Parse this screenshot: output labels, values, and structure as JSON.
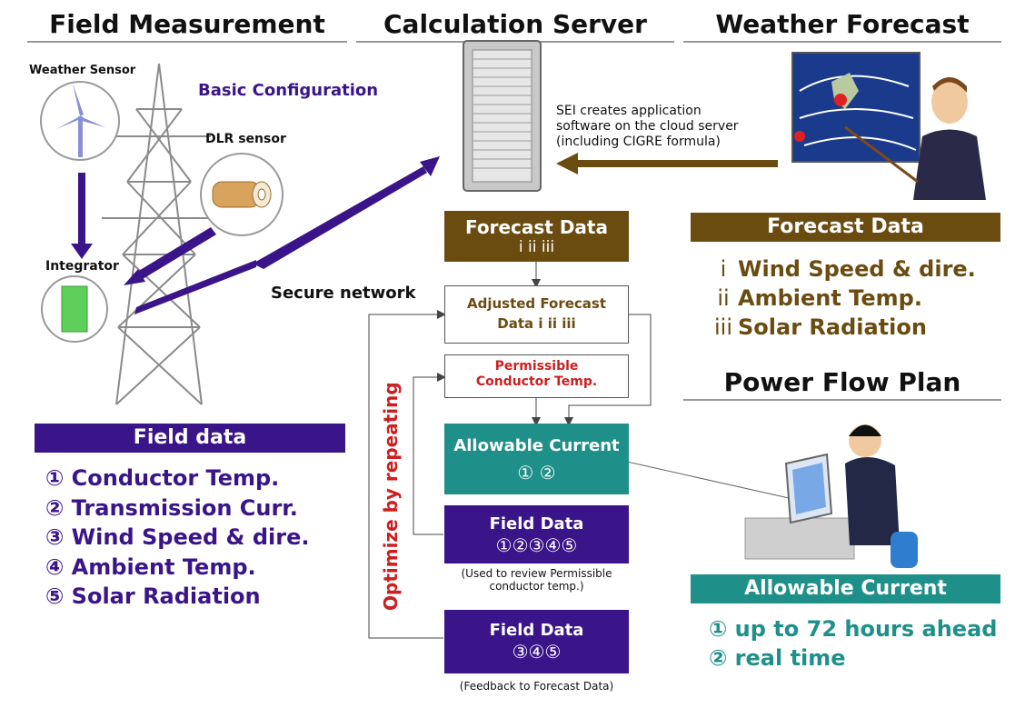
{
  "headers": {
    "field": "Field Measurement",
    "server": "Calculation Server",
    "weather": "Weather Forecast",
    "power": "Power Flow Plan"
  },
  "labels": {
    "weather_sensor": "Weather Sensor",
    "basic_config": "Basic Configuration",
    "dlr_sensor": "DLR sensor",
    "integrator": "Integrator",
    "secure_network": "Secure network",
    "sei_note": "SEI creates application\nsoftware on the cloud server\n(including CIGRE formula)",
    "optimize": "Optimize by repeating"
  },
  "field_data": {
    "title": "Field data",
    "items": [
      "① Conductor Temp.",
      "② Transmission Curr.",
      "③ Wind Speed & dire.",
      "④ Ambient Temp.",
      "⑤ Solar Radiation"
    ]
  },
  "forecast_panel": {
    "title": "Forecast Data",
    "items": [
      {
        "num": "i",
        "text": "Wind Speed & dire."
      },
      {
        "num": "ii",
        "text": "Ambient Temp."
      },
      {
        "num": "iii",
        "text": "Solar Radiation"
      }
    ]
  },
  "allowable_panel": {
    "title": "Allowable Current",
    "items": [
      "① up to 72 hours ahead",
      "② real time"
    ]
  },
  "flow": {
    "forecast_title": "Forecast Data",
    "forecast_sub": "i ii iii",
    "adjusted_title": "Adjusted Forecast",
    "adjusted_sub": "Data  i ii iii",
    "permissible_line1": "Permissible",
    "permissible_line2": "Conductor Temp.",
    "allowable_title": "Allowable Current",
    "allowable_sub": "① ②",
    "field1_title": "Field Data",
    "field1_sub": "①②③④⑤",
    "field1_note": "(Used to review Permissible\nconductor temp.)",
    "field2_title": "Field Data",
    "field2_sub": "③④⑤",
    "field2_note": "(Feedback to Forecast Data)"
  },
  "colors": {
    "purple": "#3a1489",
    "brown": "#6b4c10",
    "teal": "#1f9089",
    "red": "#cc1f1f",
    "olive_text": "#6b4c10"
  }
}
